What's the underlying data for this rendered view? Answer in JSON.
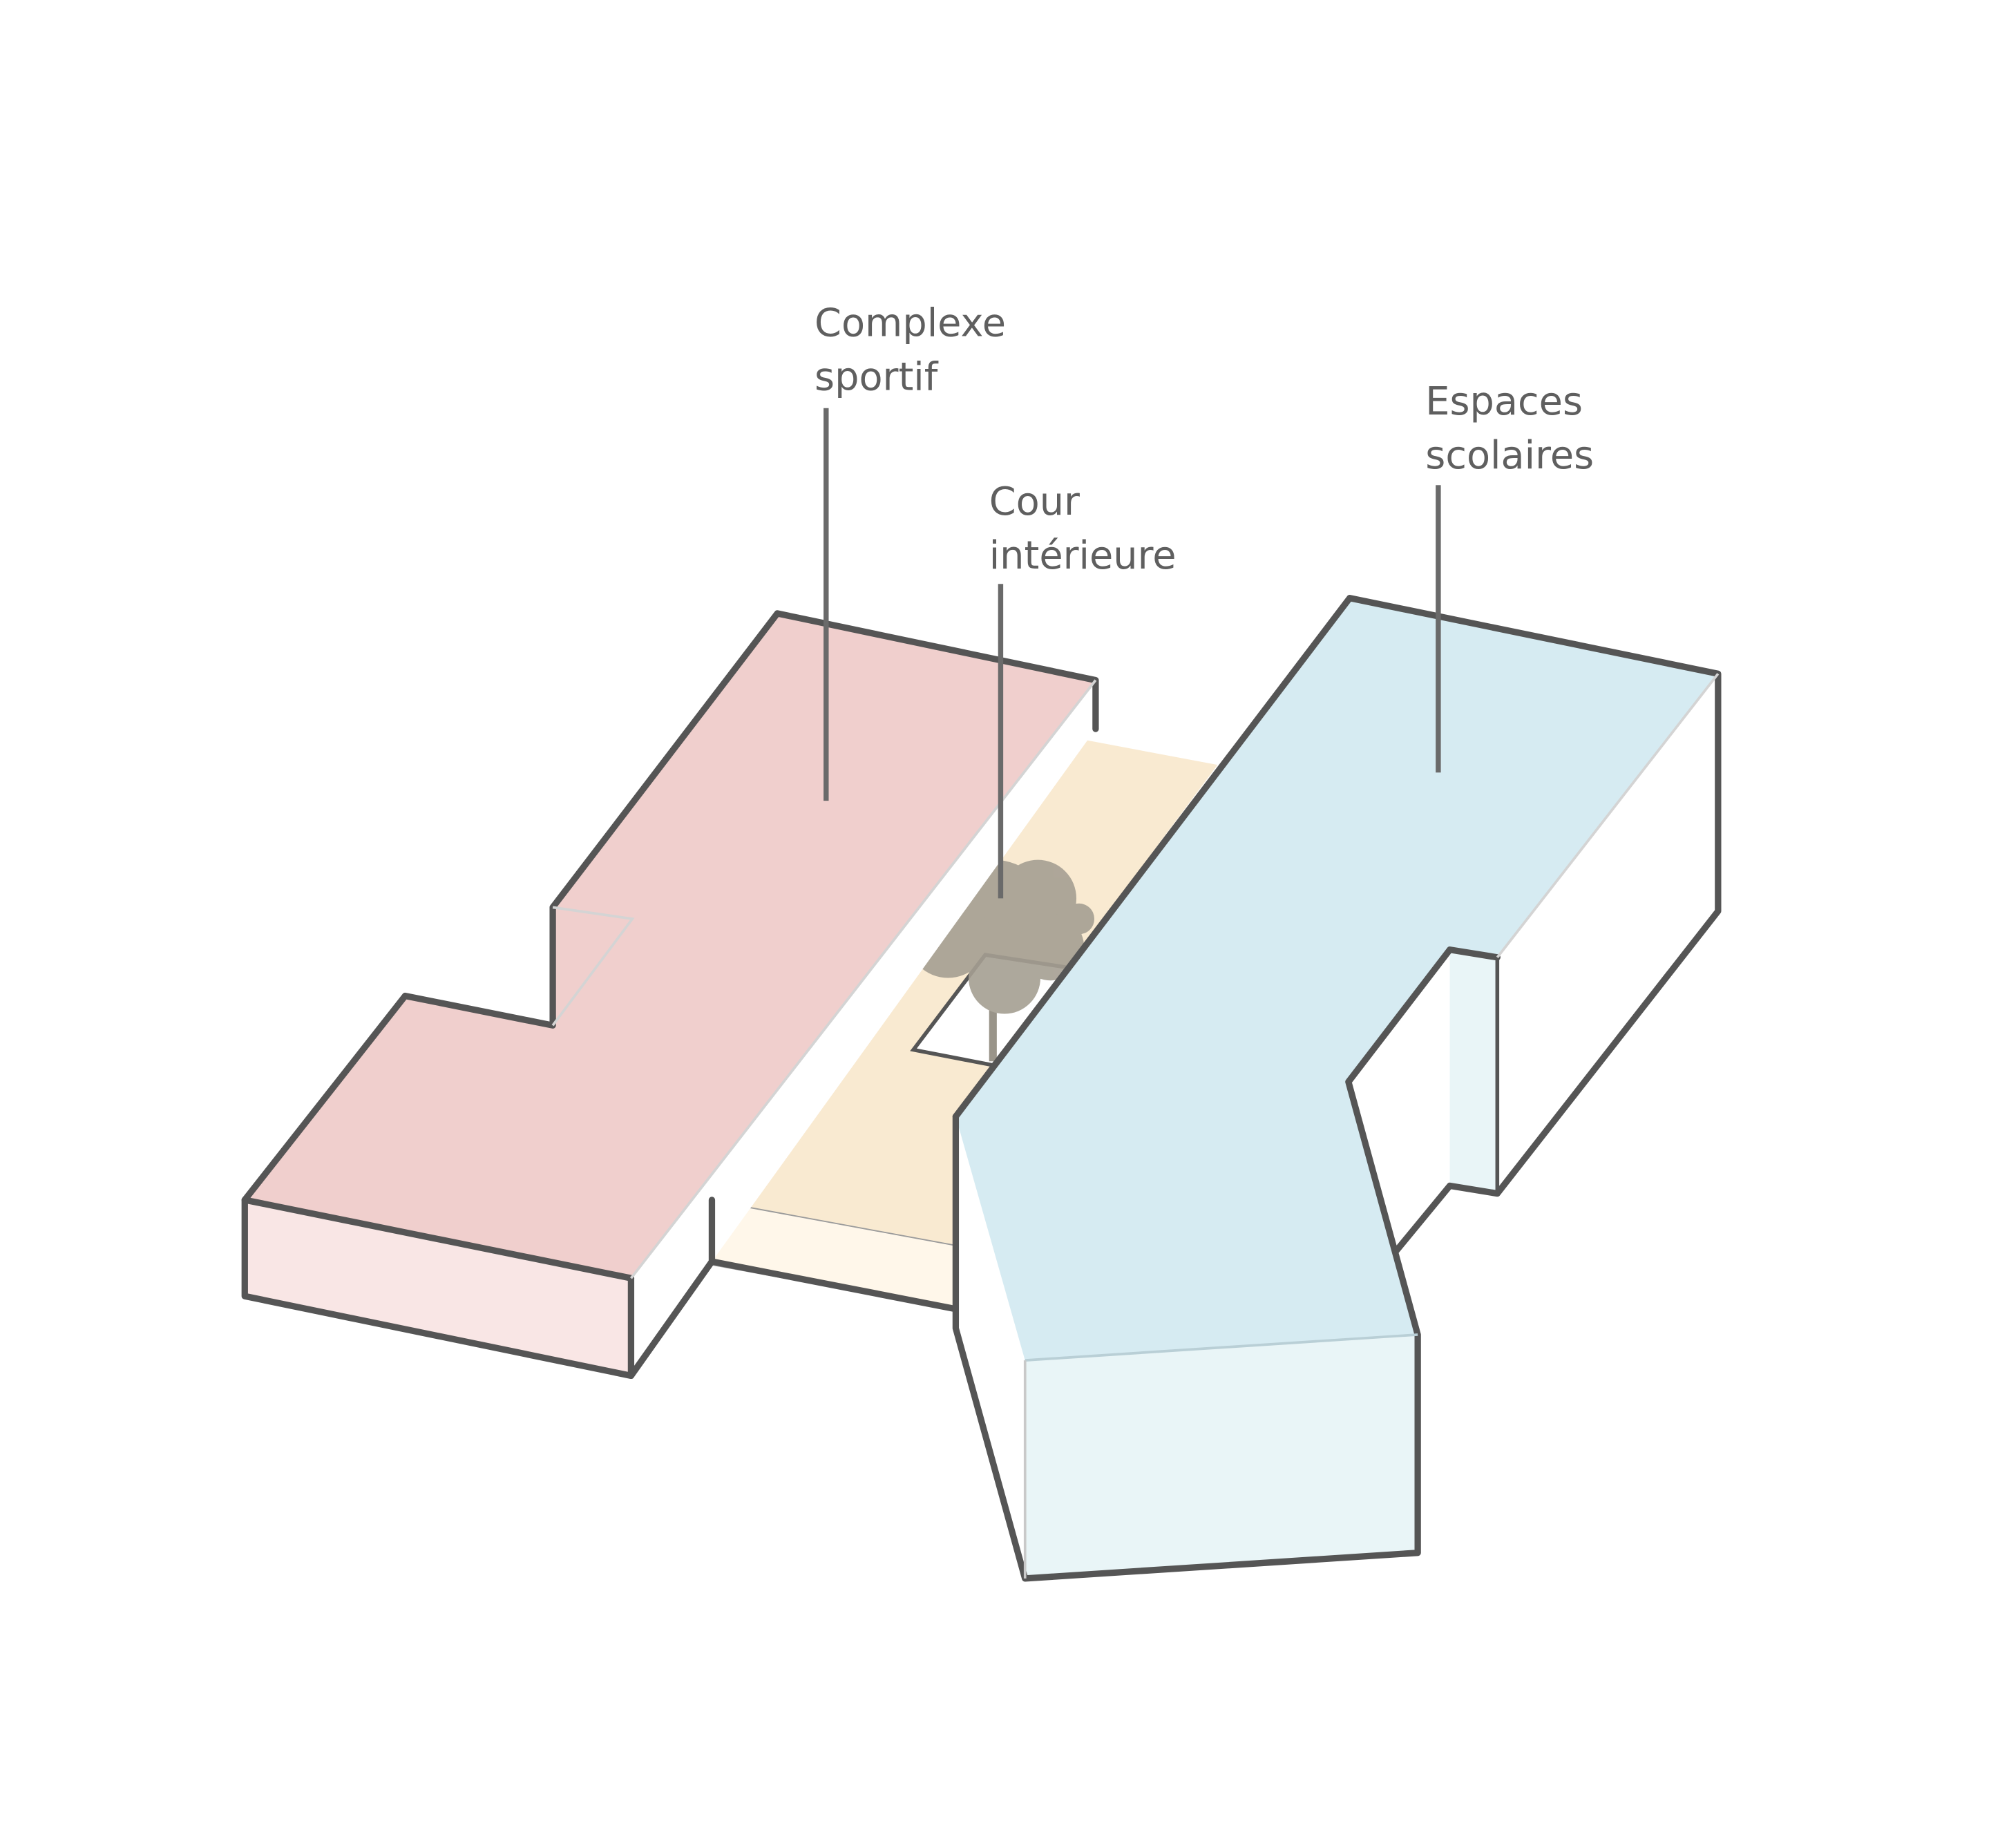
{
  "labels": {
    "sports": {
      "line1": "Complexe",
      "line2": "sportif"
    },
    "courtyard": {
      "line1": "Cour",
      "line2": "intérieure"
    },
    "school": {
      "line1": "Espaces",
      "line2": "scolaires"
    }
  },
  "colors": {
    "sports_top": "#f0cfcd",
    "sports_side": "#f9e6e5",
    "courtyard_top": "#f9ead1",
    "courtyard_side": "#fff7ea",
    "school_top": "#d6ebf2",
    "school_side": "#e9f5f7",
    "white_side": "#ffffff",
    "outline": "#555555",
    "label_text": "#5f5f5f",
    "tree": "#a59f92"
  },
  "icons": {
    "tree": "tree-icon"
  }
}
